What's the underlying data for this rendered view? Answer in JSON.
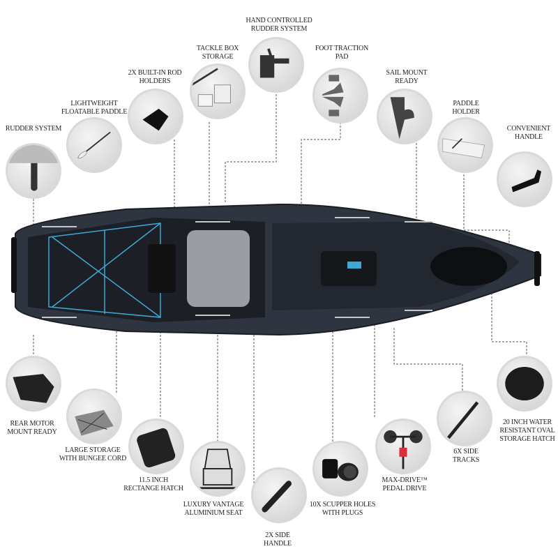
{
  "features": {
    "top": [
      {
        "id": "rudder-system",
        "label": "RUDDER SYSTEM",
        "icon": "rudder-icon"
      },
      {
        "id": "paddle",
        "label": "LIGHTWEIGHT FLOATABLE PADDLE",
        "icon": "paddle-icon"
      },
      {
        "id": "rod-holders",
        "label": "2X BUILT-IN ROD HOLDERS",
        "icon": "rod-holder-icon"
      },
      {
        "id": "tackle-box",
        "label": "TACKLE BOX STORAGE",
        "icon": "tackle-box-icon"
      },
      {
        "id": "hand-rudder",
        "label": "HAND CONTROLLED RUDDER SYSTEM",
        "icon": "rudder-handle-icon"
      },
      {
        "id": "foot-traction",
        "label": "FOOT TRACTION PAD",
        "icon": "traction-pad-icon"
      },
      {
        "id": "sail-mount",
        "label": "SAIL MOUNT READY",
        "icon": "sail-mount-icon"
      },
      {
        "id": "paddle-holder",
        "label": "PADDLE HOLDER",
        "icon": "paddle-holder-icon"
      },
      {
        "id": "handle",
        "label": "CONVENIENT HANDLE",
        "icon": "carry-handle-icon"
      }
    ],
    "bottom": [
      {
        "id": "rear-motor",
        "label": "REAR MOTOR MOUNT READY",
        "icon": "motor-mount-icon"
      },
      {
        "id": "large-storage",
        "label": "LARGE STORAGE WITH BUNGEE CORD",
        "icon": "bungee-storage-icon"
      },
      {
        "id": "rect-hatch",
        "label": "11.5 INCH RECTANGE HATCH",
        "icon": "rect-hatch-icon"
      },
      {
        "id": "seat",
        "label": "LUXURY VANTAGE ALUMINIUM SEAT",
        "icon": "seat-icon"
      },
      {
        "id": "side-handle",
        "label": "2X SIDE HANDLE",
        "icon": "side-handle-icon"
      },
      {
        "id": "scupper",
        "label": "10X SCUPPER HOLES WITH PLUGS",
        "icon": "scupper-plug-icon"
      },
      {
        "id": "pedal-drive",
        "label": "MAX-DRIVE™ PEDAL DRIVE",
        "icon": "pedal-drive-icon"
      },
      {
        "id": "side-tracks",
        "label": "6X SIDE TRACKS",
        "icon": "side-track-icon"
      },
      {
        "id": "oval-hatch",
        "label": "20 INCH WATER RESISTANT OVAL STORAGE HATCH",
        "icon": "oval-hatch-icon"
      }
    ]
  },
  "colors": {
    "hull": "#2e3440",
    "deck": "#1c1f26",
    "bungee": "#3fa9d6",
    "accent": "#d9303a"
  }
}
